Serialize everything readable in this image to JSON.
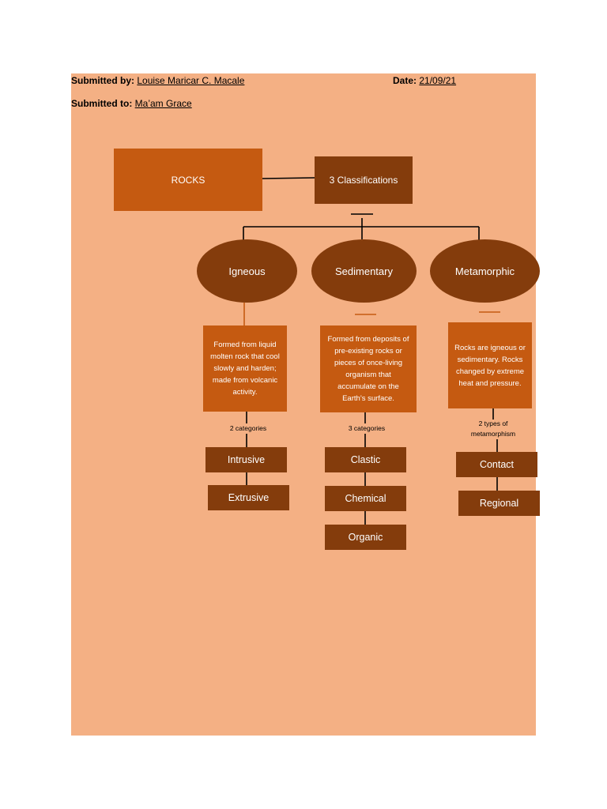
{
  "header": {
    "submitted_by_label": "Submitted by:",
    "submitted_by_value": "Louise Maricar C. Macale",
    "date_label": "Date:",
    "date_value": "21/09/21",
    "submitted_to_label": "Submitted to:",
    "submitted_to_value": "Ma’am Grace"
  },
  "diagram": {
    "root": "ROCKS",
    "classifications": "3 Classifications",
    "igneous": {
      "name": "Igneous",
      "description": "Formed from liquid molten rock that cool slowly and harden; made from volcanic activity.",
      "count_label": "2 categories",
      "items": [
        "Intrusive",
        "Extrusive"
      ]
    },
    "sedimentary": {
      "name": "Sedimentary",
      "description": "Formed from deposits of pre-existing rocks or pieces of once-living organism that accumulate on the Earth’s surface.",
      "count_label": "3 categories",
      "items": [
        "Clastic",
        "Chemical",
        "Organic"
      ]
    },
    "metamorphic": {
      "name": "Metamorphic",
      "description": "Rocks are igneous or sedimentary. Rocks changed by extreme heat and pressure.",
      "count_label": "2 types of metamorphism",
      "items": [
        "Contact",
        "Regional"
      ]
    }
  },
  "colors": {
    "page_background": "#f4b084",
    "dark_brown": "#843c0c",
    "orange": "#c55a11"
  }
}
